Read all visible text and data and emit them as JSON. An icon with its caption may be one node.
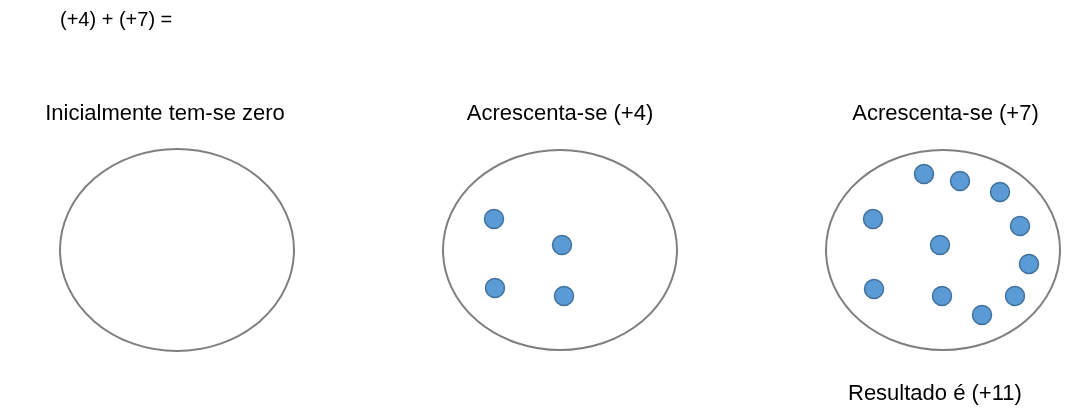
{
  "diagram": {
    "title": "(+4) + (+7) =",
    "nodes": [
      {
        "text": [
          "Inicialmente tem-se zero"
        ]
      },
      {
        "text": [
          "Acrescenta-se (+4)"
        ]
      },
      {
        "text": [
          "Acrescenta-se (+7)"
        ],
        "beside": [
          "Resultado é (+11)"
        ]
      }
    ]
  }
}
